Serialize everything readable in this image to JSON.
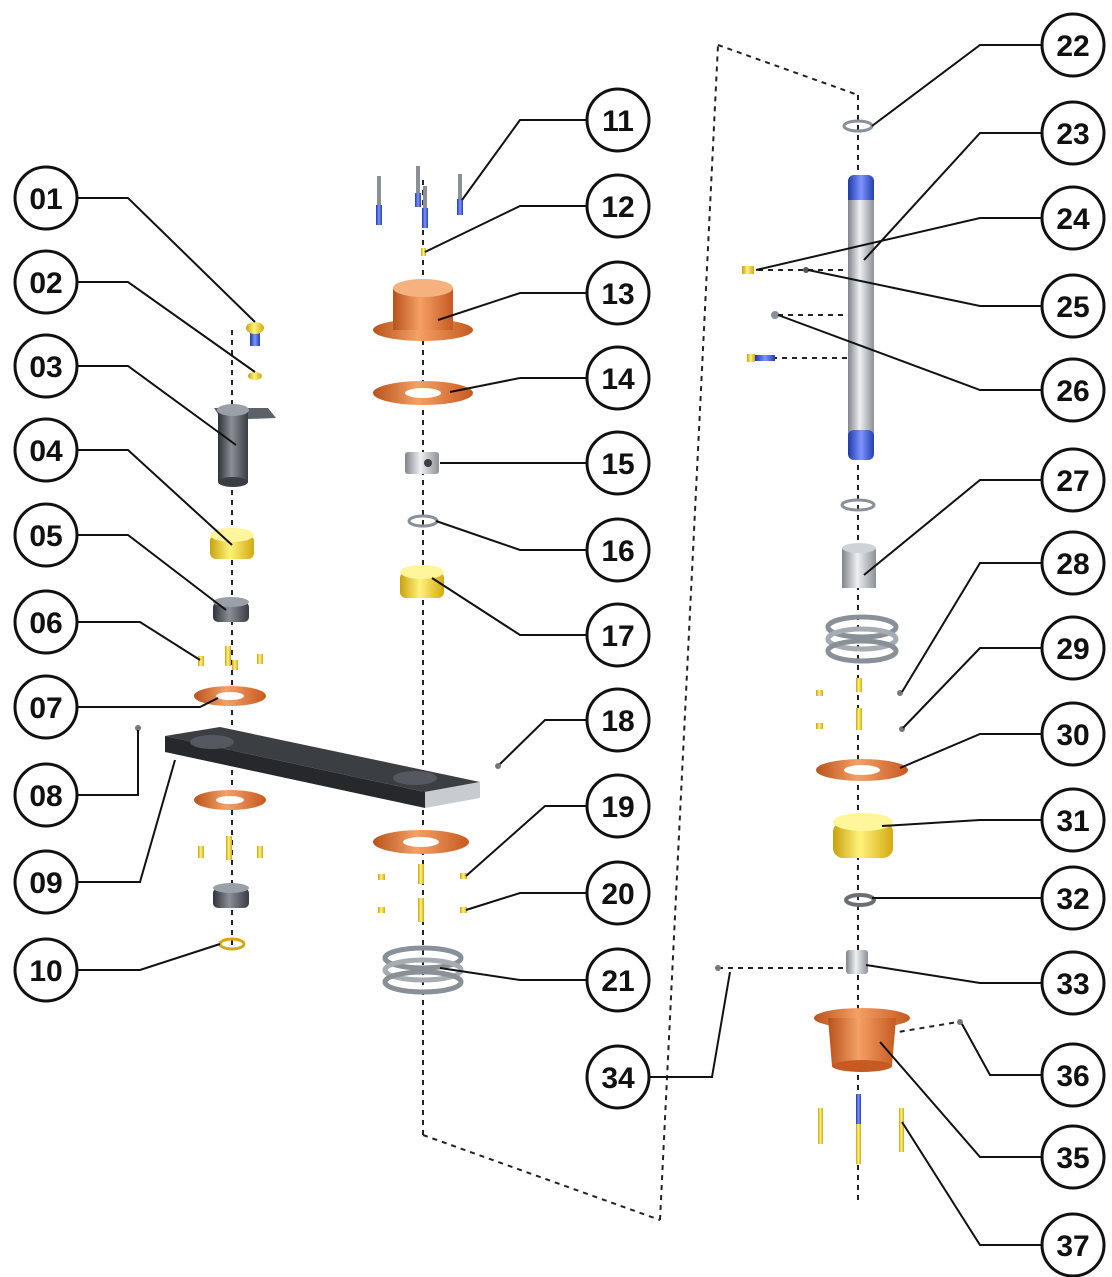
{
  "callouts": [
    {
      "label": "01"
    },
    {
      "label": "02"
    },
    {
      "label": "03"
    },
    {
      "label": "04"
    },
    {
      "label": "05"
    },
    {
      "label": "06"
    },
    {
      "label": "07"
    },
    {
      "label": "08"
    },
    {
      "label": "09"
    },
    {
      "label": "10"
    },
    {
      "label": "11"
    },
    {
      "label": "12"
    },
    {
      "label": "13"
    },
    {
      "label": "14"
    },
    {
      "label": "15"
    },
    {
      "label": "16"
    },
    {
      "label": "17"
    },
    {
      "label": "18"
    },
    {
      "label": "19"
    },
    {
      "label": "20"
    },
    {
      "label": "21"
    },
    {
      "label": "22"
    },
    {
      "label": "23"
    },
    {
      "label": "24"
    },
    {
      "label": "25"
    },
    {
      "label": "26"
    },
    {
      "label": "27"
    },
    {
      "label": "28"
    },
    {
      "label": "29"
    },
    {
      "label": "30"
    },
    {
      "label": "31"
    },
    {
      "label": "32"
    },
    {
      "label": "33"
    },
    {
      "label": "34"
    },
    {
      "label": "35"
    },
    {
      "label": "36"
    },
    {
      "label": "37"
    }
  ],
  "colors": {
    "copper": "#d86a2a",
    "copper_light": "#f0995a",
    "brass": "#e8c21a",
    "brass_light": "#fff07a",
    "steel": "#9ea3aa",
    "steel_light": "#dfe2e6",
    "dark_steel": "#4d5157",
    "blue": "#3b5bd6"
  }
}
